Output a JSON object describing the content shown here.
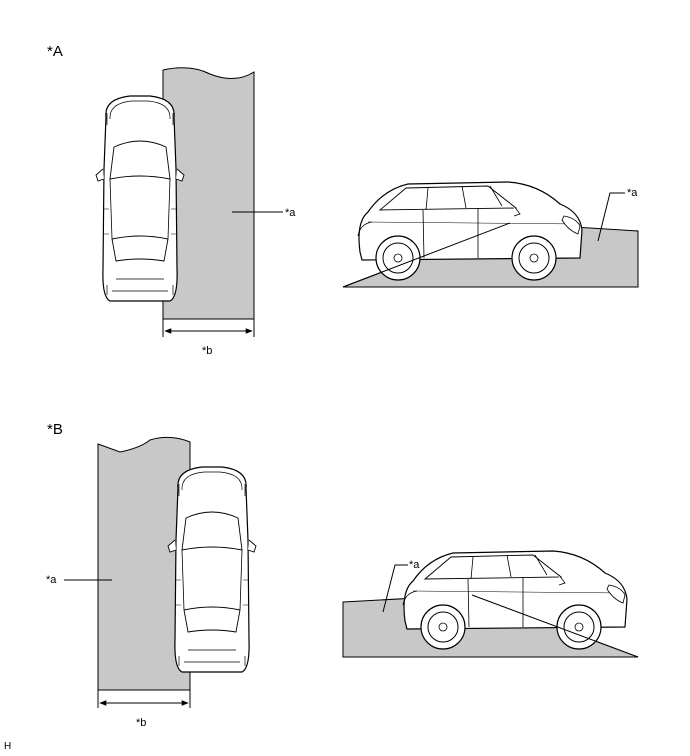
{
  "panels": [
    {
      "id": "A",
      "label": "*A",
      "surface_label": "*a",
      "width_label": "*b",
      "side_view_label": "*a"
    },
    {
      "id": "B",
      "label": "*B",
      "surface_label": "*a",
      "width_label": "*b",
      "side_view_label": "*a"
    }
  ],
  "footer_code": "H",
  "colors": {
    "surface_fill": "#c8c8c8",
    "line": "#000000",
    "body": "#ffffff"
  }
}
